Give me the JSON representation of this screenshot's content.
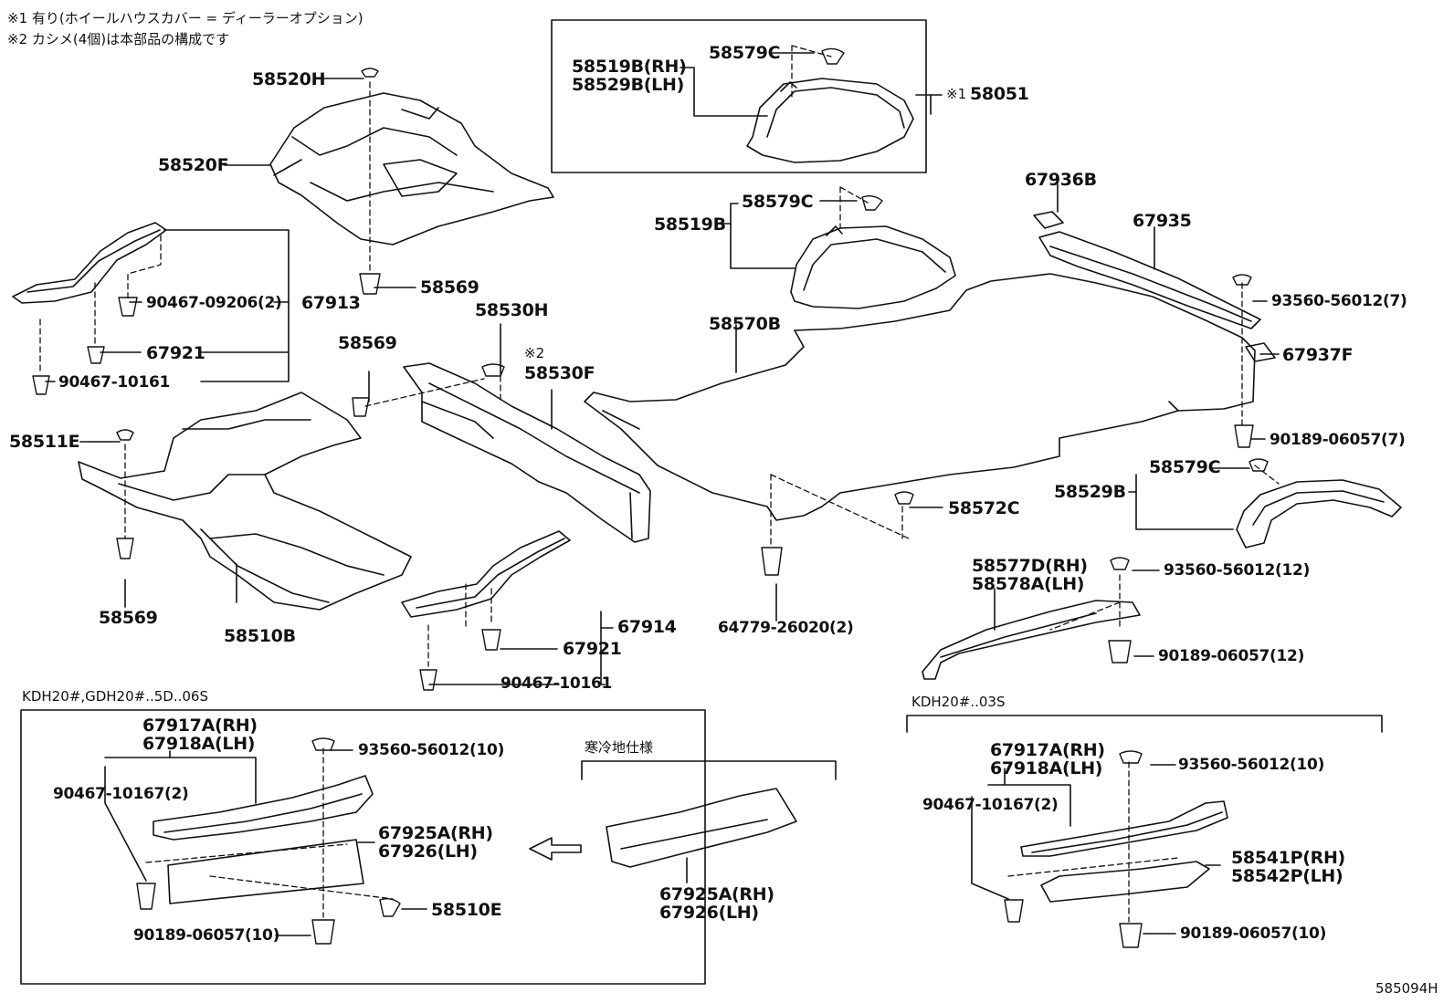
{
  "notes": {
    "note1": "※1 有り(ホイールハウスカバー = ディーラーオプション)",
    "note2": "※2 カシメ(4個)は本部品の構成です",
    "mark1": "※1",
    "mark2": "※2"
  },
  "labels": {
    "p58520H": "58520H",
    "p58520F": "58520F",
    "p58569_top": "58569",
    "p90467_09206": "90467-09206(2)",
    "p67913": "67913",
    "p67921_left": "67921",
    "p90467_10161_left": "90467-10161",
    "p58530H": "58530H",
    "p58530F": "58530F",
    "p58569_mid": "58569",
    "p58511E": "58511E",
    "p58569_bottom": "58569",
    "p58510B": "58510B",
    "p67914": "67914",
    "p67921_right": "67921",
    "p90467_10161_right": "90467-10161",
    "p58519B_RH": "58519B(RH)",
    "p58529B_LH": "58529B(LH)",
    "p58579C_box": "58579C",
    "p58051": "58051",
    "p58579C_mid": "58579C",
    "p58519B": "58519B",
    "p58570B": "58570B",
    "p67936B": "67936B",
    "p67935": "67935",
    "p93560_56012_7": "93560-56012(7)",
    "p67937F": "67937F",
    "p90189_06057_7": "90189-06057(7)",
    "p58579C_right": "58579C",
    "p58529B": "58529B",
    "p58572C": "58572C",
    "p64779_26020": "64779-26020(2)",
    "p58577D_RH": "58577D(RH)",
    "p58578A_LH": "58578A(LH)",
    "p93560_56012_12": "93560-56012(12)",
    "p90189_06057_12": "90189-06057(12)"
  },
  "left_box": {
    "heading": "KDH20#,GDH20#..5D..06S",
    "p67917A_RH": "67917A(RH)",
    "p67918A_LH": "67918A(LH)",
    "p93560_56012_10": "93560-56012(10)",
    "p90467_10167_2": "90467-10167(2)",
    "p67925A_RH": "67925A(RH)",
    "p67926_LH": "67926(LH)",
    "p58510E": "58510E",
    "p90189_06057_10": "90189-06057(10)",
    "cold_spec": "寒冷地仕様",
    "cold_67925A_RH": "67925A(RH)",
    "cold_67926_LH": "67926(LH)"
  },
  "right_box": {
    "heading": "KDH20#..03S",
    "p67917A_RH": "67917A(RH)",
    "p67918A_LH": "67918A(LH)",
    "p93560_56012_10": "93560-56012(10)",
    "p90467_10167_2": "90467-10167(2)",
    "p58541P_RH": "58541P(RH)",
    "p58542P_LH": "58542P(LH)",
    "p90189_06057_10": "90189-06057(10)"
  },
  "figure_id": "585094H"
}
